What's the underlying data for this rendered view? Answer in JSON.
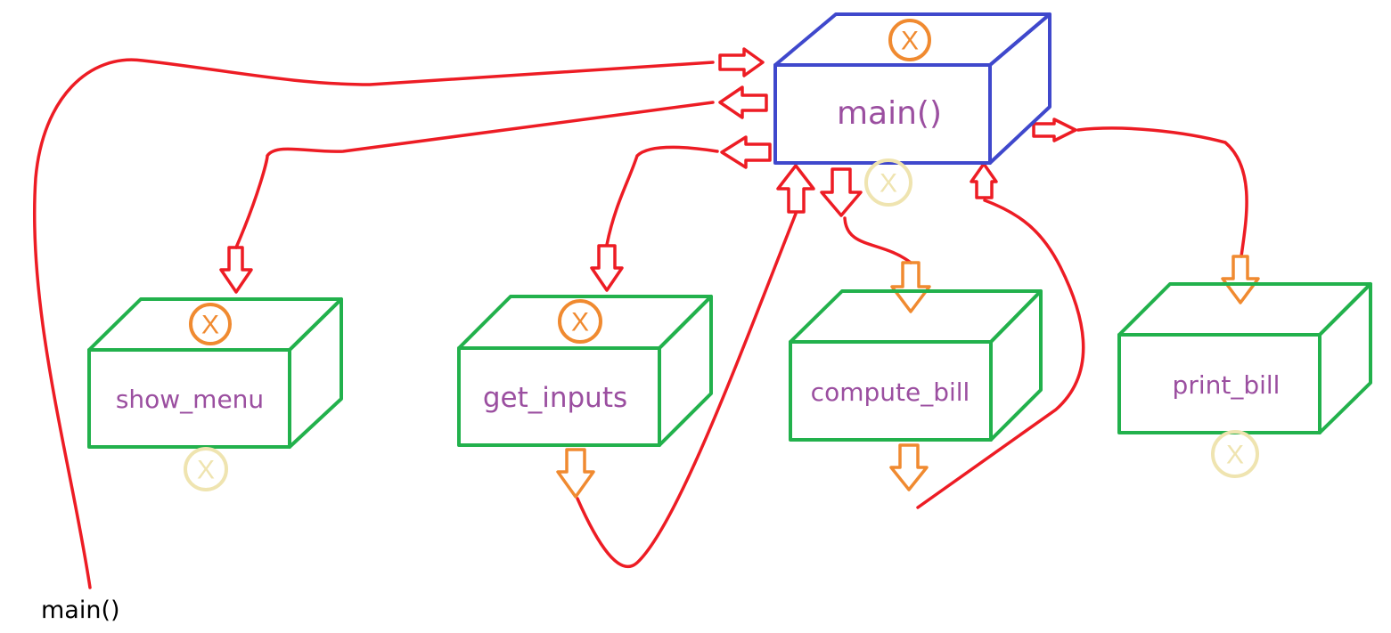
{
  "diagram": {
    "main_box_label": "main()",
    "functions": [
      {
        "id": "show_menu",
        "label": "show_menu"
      },
      {
        "id": "get_inputs",
        "label": "get_inputs"
      },
      {
        "id": "compute_bill",
        "label": "compute_bill"
      },
      {
        "id": "print_bill",
        "label": "print_bill"
      }
    ],
    "caption": "main()",
    "marker_glyph": "X",
    "colors": {
      "main_box": "#3f48cc",
      "function_box": "#22b14c",
      "label_text": "#9b4fa0",
      "call_arrow": "#ed1c24",
      "return_arrow": "#f08a30",
      "marker_active": "#f08a30",
      "marker_faded": "#efe4b0"
    }
  }
}
